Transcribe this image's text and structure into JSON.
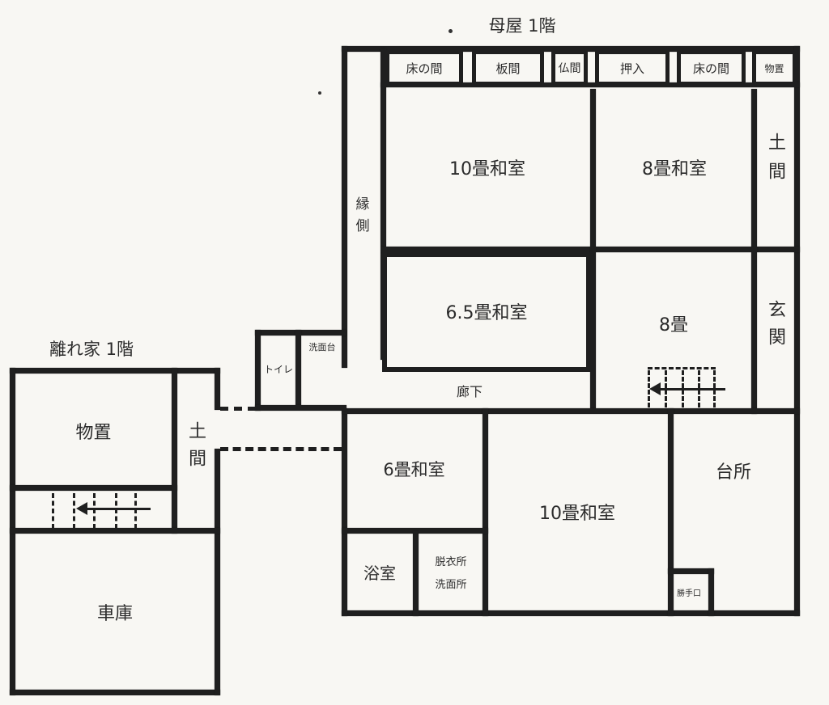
{
  "colors": {
    "paper": "#f8f7f3",
    "ink": "#1f1f1f",
    "text": "#2b2b2b"
  },
  "main_house": {
    "title": "母屋 1階",
    "top_row": [
      {
        "label": "床の間"
      },
      {
        "label": "板間"
      },
      {
        "label": "仏間"
      },
      {
        "label": "押入"
      },
      {
        "label": "床の間"
      },
      {
        "label": "物置"
      }
    ],
    "rooms": {
      "engawa": "縁側",
      "washitsu_10_upper": "10畳和室",
      "washitsu_8": "8畳和室",
      "doma": "土間",
      "washitsu_6_5": "6.5畳和室",
      "hachijo": "8畳",
      "genkan": "玄関",
      "rouka": "廊下",
      "toilet": "トイレ",
      "senmendai": "洗面台",
      "washitsu_6": "6畳和室",
      "washitsu_10_lower": "10畳和室",
      "daidokoro": "台所",
      "yokushitsu": "浴室",
      "datsuijo": "脱衣所",
      "senmenjo": "洗面所",
      "katteguchi": "勝手口"
    }
  },
  "annex": {
    "title": "離れ家 1階",
    "rooms": {
      "monooki": "物置",
      "doma": "土間",
      "shako": "車庫"
    }
  }
}
